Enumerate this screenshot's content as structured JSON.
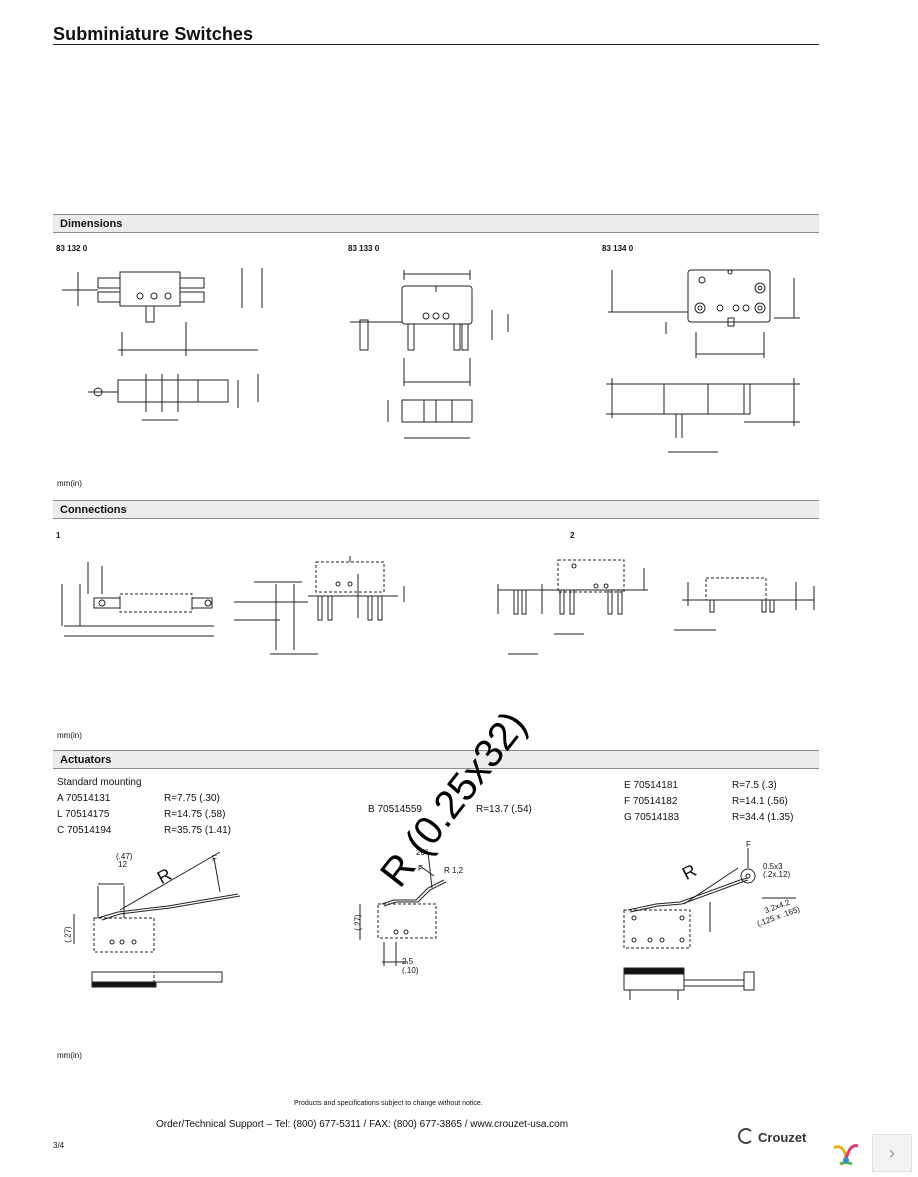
{
  "header": {
    "title": "Subminiature Switches"
  },
  "sections": {
    "dimensions": {
      "label": "Dimensions",
      "codes": [
        "83 132 0",
        "83 133 0",
        "83 134 0"
      ],
      "unit": "mm(in)"
    },
    "connections": {
      "label": "Connections",
      "numbers": [
        "1",
        "2"
      ],
      "unit": "mm(in)"
    },
    "actuators": {
      "label": "Actuators",
      "mounting": "Standard mounting",
      "left": [
        {
          "code": "A 70514131",
          "radius": "R=7.75 (.30)"
        },
        {
          "code": "L 70514175",
          "radius": "R=14.75 (.58)"
        },
        {
          "code": "C 70514194",
          "radius": "R=35.75 (1.41)"
        }
      ],
      "middle": [
        {
          "code": "B 70514559",
          "radius": "R=13.7 (.54)"
        }
      ],
      "right": [
        {
          "code": "E 70514181",
          "radius": "R=7.5 (.3)"
        },
        {
          "code": "F 70514182",
          "radius": "R=14.1 (.56)"
        },
        {
          "code": "G 70514183",
          "radius": "R=34.4 (1.35)"
        }
      ],
      "labels": {
        "r": "R",
        "f": "F",
        "dim_47": "(.47)",
        "dim_12": "12",
        "dim_27": "(.27)",
        "angle": "20°",
        "r12": "R 1,2",
        "dim_25": "2.5",
        "dim_10": "(.10)",
        "dim_05x3": "0.5x3",
        "dim_05x3_in": "(.2x.12)",
        "dim_32": "3.2x4.2",
        "dim_32_in": "(.125 x .165)"
      },
      "stamp": "R (0.25x32)",
      "unit": "mm(in)"
    }
  },
  "footer": {
    "note": "Products and specifications subject to change without notice.",
    "contact": "Order/Technical Support – Tel: (800) 677-5311 / FAX: (800) 677-3865 / www.crouzet-usa.com",
    "page": "3/4",
    "brand": "Crouzet"
  },
  "nav": {
    "next_arrow": "›"
  }
}
